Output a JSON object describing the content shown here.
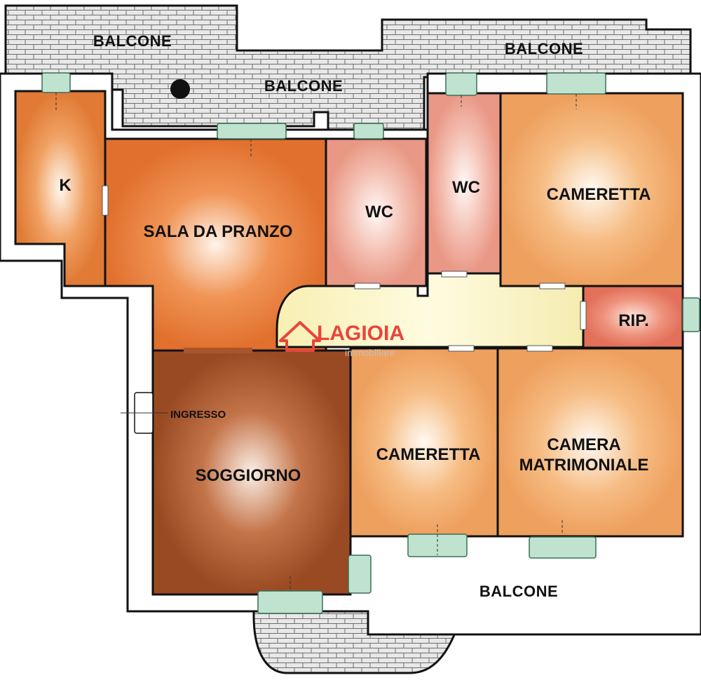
{
  "labels": {
    "balcony_top_left": "BALCONE",
    "balcony_top_right": "BALCONE",
    "balcony_top_center": "BALCONE",
    "balcony_bottom": "BALCONE",
    "kitchen": "K",
    "dining_room": "SALA DA PRANZO",
    "wc_1": "WC",
    "wc_2": "WC",
    "bedroom_small_top": "CAMERETTA",
    "storage": "RIP.",
    "entrance": "INGRESSO",
    "living_room": "SOGGIORNO",
    "bedroom_small_bottom": "CAMERETTA",
    "master_bedroom_line1": "CAMERA",
    "master_bedroom_line2": "MATRIMONIALE"
  },
  "watermark": {
    "brand": "LAGIOIA",
    "tagline": "immobiliare"
  },
  "colors": {
    "wall": "#111111",
    "balcony_fill": "#e6e6e6",
    "window_fill": "#bfe3cf",
    "kitchen": "#e98a45",
    "dining": "#e87c3e",
    "wc": "#eea99a",
    "bedroom": "#f2ae6e",
    "storage": "#e7806a",
    "corridor": "#fbf6c4",
    "living": "#a8552c",
    "logo_red": "#e8453c"
  }
}
